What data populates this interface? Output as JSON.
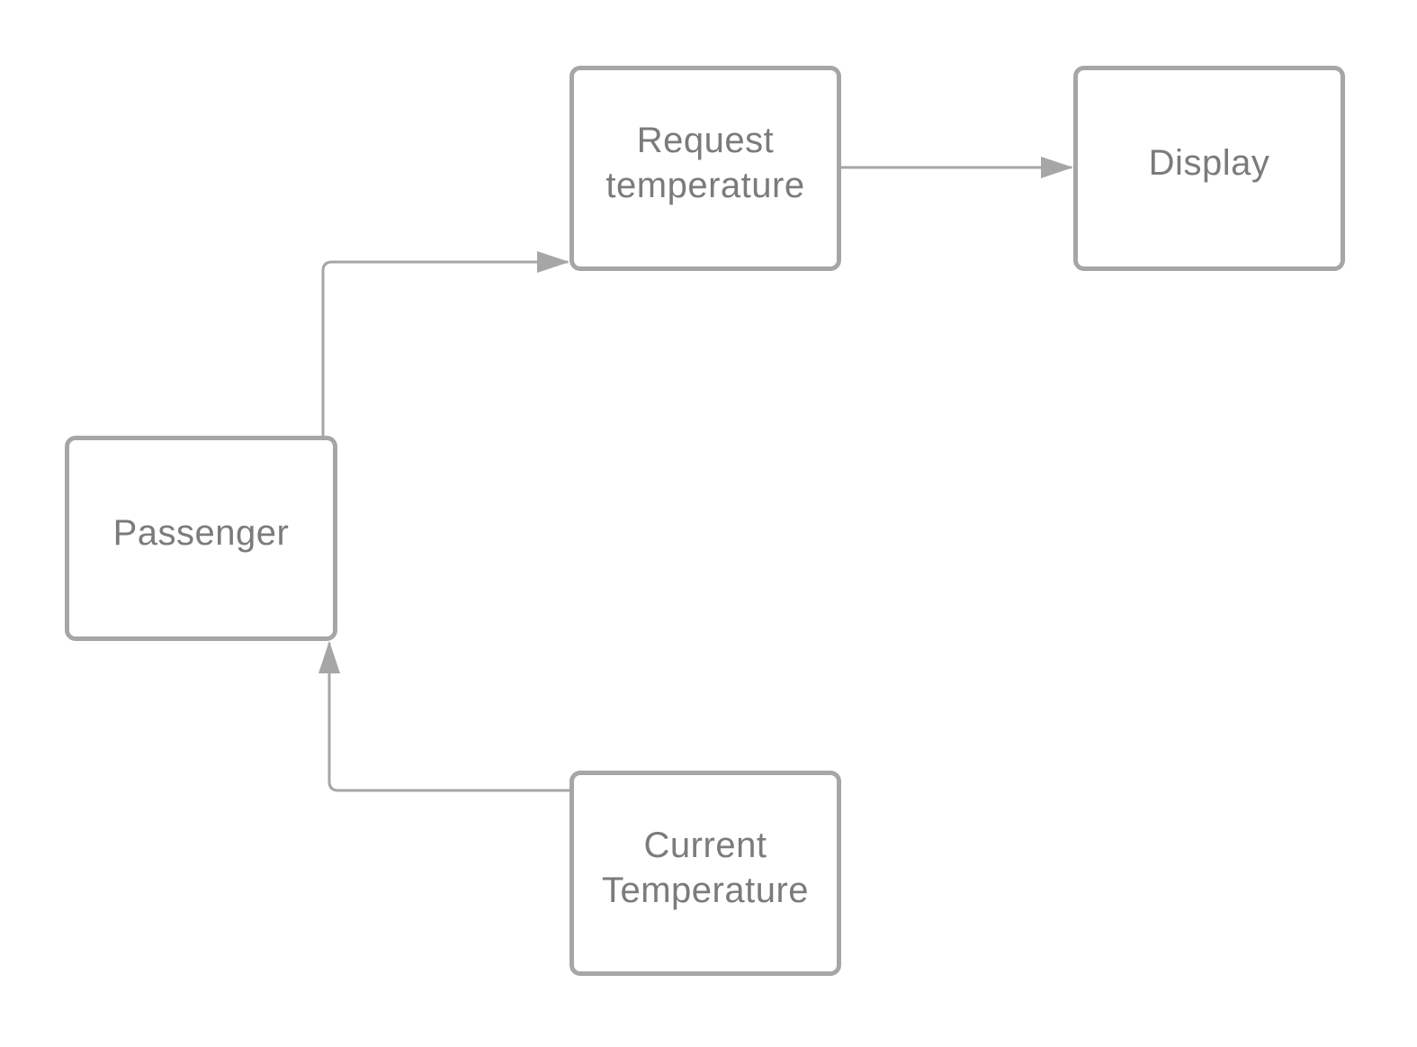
{
  "diagram": {
    "nodes": [
      {
        "id": "passenger",
        "label": "Passenger"
      },
      {
        "id": "request",
        "label": "Request\ntemperature"
      },
      {
        "id": "display",
        "label": "Display"
      },
      {
        "id": "current",
        "label": "Current\nTemperature"
      }
    ],
    "edges": [
      {
        "from": "passenger",
        "to": "request"
      },
      {
        "from": "request",
        "to": "display"
      },
      {
        "from": "current",
        "to": "passenger"
      }
    ],
    "colors": {
      "stroke": "#a6a6a6",
      "text": "#7b7b7b",
      "background": "#ffffff"
    }
  }
}
